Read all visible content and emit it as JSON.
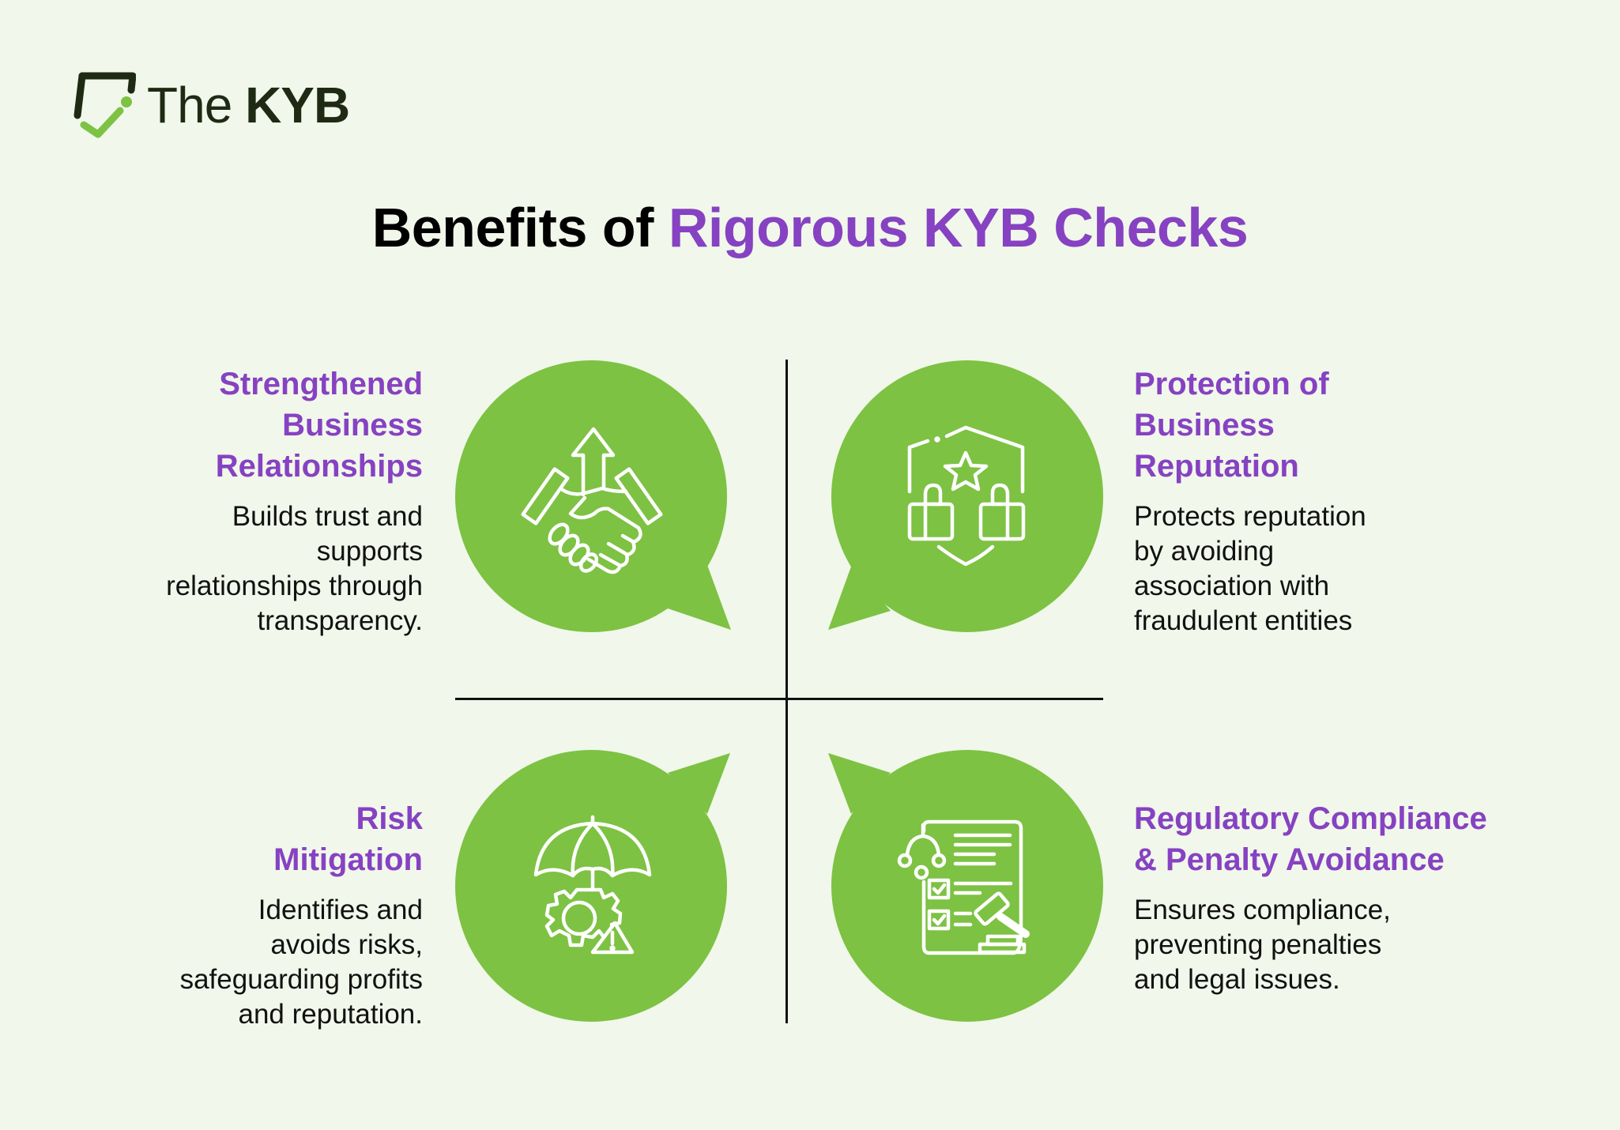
{
  "brand": {
    "name_prefix": "The",
    "name_main": "KYB",
    "icon": "shield-check-logo-icon"
  },
  "title": {
    "prefix": "Benefits of",
    "accent": "Rigorous KYB Checks"
  },
  "colors": {
    "background": "#F1F7EA",
    "accent_purple": "#8642C2",
    "bubble_green": "#7DC243",
    "text_dark": "#111111",
    "logo_dark": "#1E2A14"
  },
  "benefits": [
    {
      "position": "top-left",
      "icon": "handshake-growth-icon",
      "heading_lines": [
        "Strengthened",
        "Business",
        "Relationships"
      ],
      "desc_lines": [
        "Builds trust and",
        "supports",
        "relationships through",
        "transparency."
      ]
    },
    {
      "position": "top-right",
      "icon": "shield-thumbs-up-star-icon",
      "heading_lines": [
        "Protection of",
        "Business",
        "Reputation"
      ],
      "desc_lines": [
        "Protects reputation",
        "by avoiding",
        "association with",
        "fraudulent entities"
      ]
    },
    {
      "position": "bottom-left",
      "icon": "umbrella-gear-warning-icon",
      "heading_lines": [
        "Risk",
        "Mitigation"
      ],
      "desc_lines": [
        "Identifies and",
        "avoids risks,",
        "safeguarding profits",
        "and reputation."
      ]
    },
    {
      "position": "bottom-right",
      "icon": "legal-document-gavel-icon",
      "heading_lines": [
        "Regulatory Compliance",
        "& Penalty Avoidance"
      ],
      "desc_lines": [
        "Ensures compliance,",
        "preventing penalties",
        "and legal issues."
      ]
    }
  ]
}
